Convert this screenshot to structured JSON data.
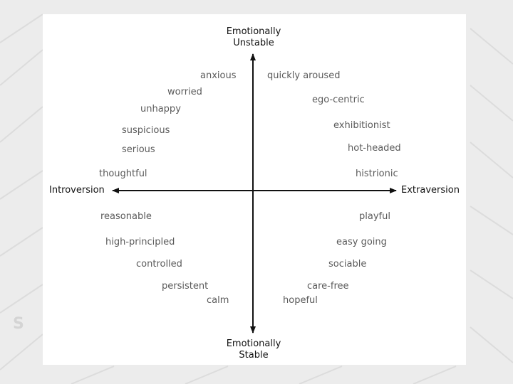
{
  "axes": {
    "top": [
      "Emotionally",
      "Unstable"
    ],
    "bottom": [
      "Emotionally",
      "Stable"
    ],
    "left": "Introversion",
    "right": "Extraversion"
  },
  "traits": {
    "anxious": "anxious",
    "quickly_aroused": "quickly aroused",
    "worried": "worried",
    "ego_centric": "ego-centric",
    "unhappy": "unhappy",
    "exhibitionist": "exhibitionist",
    "suspicious": "suspicious",
    "serious": "serious",
    "hot_headed": "hot-headed",
    "thoughtful": "thoughtful",
    "histrionic": "histrionic",
    "reasonable": "reasonable",
    "playful": "playful",
    "high_principled": "high-principled",
    "easy_going": "easy going",
    "controlled": "controlled",
    "sociable": "sociable",
    "persistent": "persistent",
    "care_free": "care-free",
    "calm": "calm",
    "hopeful": "hopeful"
  }
}
